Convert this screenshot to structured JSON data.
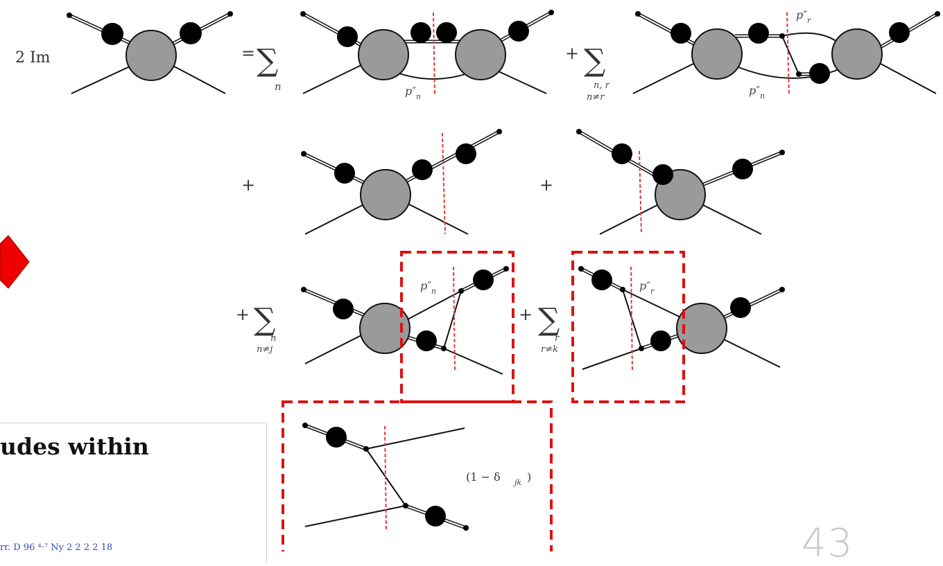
{
  "equation": {
    "lhs_label": "2 Im",
    "equals_sum": "=",
    "plus": "+",
    "sum_symbol": "∑",
    "sum1_index": "n",
    "sum2_index_top": "n, r",
    "sum2_index_bottom": "n≠r",
    "sum3_index_top": "n",
    "sum3_index_bottom": "n≠j",
    "sum4_index_top": "r",
    "sum4_index_bottom": "r≠k",
    "p_n_label": "p″",
    "p_n_sub": "n",
    "p_r_label": "p″",
    "p_r_sub": "r",
    "delta_factor": "(1 − δ",
    "delta_sub": "jk",
    "delta_close": ")"
  },
  "slide": {
    "heading_fragment": "udes within",
    "citation_fragment": "rr. D 96 ⁴·⁷  Ny 2 2 2 2 18",
    "page_number": "43"
  },
  "colors": {
    "blob_fill": "#9a9a9a",
    "dot_fill": "#000000",
    "cut_line": "#e23a3a",
    "dashed_box": "#dd1111",
    "arrow": "#ee0000"
  }
}
